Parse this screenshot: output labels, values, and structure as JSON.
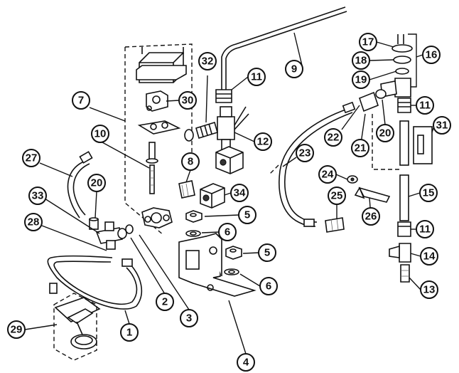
{
  "diagram": {
    "callouts": [
      {
        "key": "c1",
        "label": "1"
      },
      {
        "key": "c2",
        "label": "2"
      },
      {
        "key": "c3",
        "label": "3"
      },
      {
        "key": "c4",
        "label": "4"
      },
      {
        "key": "c5a",
        "label": "5"
      },
      {
        "key": "c5b",
        "label": "5"
      },
      {
        "key": "c6a",
        "label": "6"
      },
      {
        "key": "c6b",
        "label": "6"
      },
      {
        "key": "c7",
        "label": "7"
      },
      {
        "key": "c8",
        "label": "8"
      },
      {
        "key": "c9",
        "label": "9"
      },
      {
        "key": "c10",
        "label": "10"
      },
      {
        "key": "c11a",
        "label": "11"
      },
      {
        "key": "c11b",
        "label": "11"
      },
      {
        "key": "c11c",
        "label": "11"
      },
      {
        "key": "c12",
        "label": "12"
      },
      {
        "key": "c13",
        "label": "13"
      },
      {
        "key": "c14",
        "label": "14"
      },
      {
        "key": "c15",
        "label": "15"
      },
      {
        "key": "c16",
        "label": "16"
      },
      {
        "key": "c17",
        "label": "17"
      },
      {
        "key": "c18",
        "label": "18"
      },
      {
        "key": "c19",
        "label": "19"
      },
      {
        "key": "c20a",
        "label": "20"
      },
      {
        "key": "c20b",
        "label": "20"
      },
      {
        "key": "c21",
        "label": "21"
      },
      {
        "key": "c22",
        "label": "22"
      },
      {
        "key": "c23",
        "label": "23"
      },
      {
        "key": "c24",
        "label": "24"
      },
      {
        "key": "c25",
        "label": "25"
      },
      {
        "key": "c26",
        "label": "26"
      },
      {
        "key": "c27",
        "label": "27"
      },
      {
        "key": "c28",
        "label": "28"
      },
      {
        "key": "c29",
        "label": "29"
      },
      {
        "key": "c30",
        "label": "30"
      },
      {
        "key": "c31",
        "label": "31"
      },
      {
        "key": "c32",
        "label": "32"
      },
      {
        "key": "c33",
        "label": "33"
      },
      {
        "key": "c34",
        "label": "34"
      }
    ]
  }
}
